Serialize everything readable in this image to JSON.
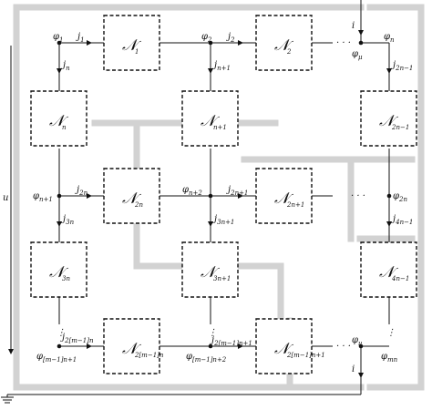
{
  "diagram": {
    "block_symbol": "𝒩",
    "blocks": [
      {
        "id": "b1",
        "sub": "1"
      },
      {
        "id": "b2",
        "sub": "2"
      },
      {
        "id": "bn",
        "sub": "n"
      },
      {
        "id": "bn1",
        "sub": "n+1"
      },
      {
        "id": "b2n_1",
        "sub": "2n−1"
      },
      {
        "id": "b2n",
        "sub": "2n"
      },
      {
        "id": "b2n1",
        "sub": "2n+1"
      },
      {
        "id": "b3n",
        "sub": "3n"
      },
      {
        "id": "b3n1",
        "sub": "3n+1"
      },
      {
        "id": "b4n_1",
        "sub": "4n−1"
      },
      {
        "id": "b2m1n",
        "sub": "2[m−1]n"
      },
      {
        "id": "b2m1n1",
        "sub": "2[m−1]n+1"
      }
    ],
    "labels": [
      {
        "id": "phi1",
        "base": "φ",
        "sub": "1"
      },
      {
        "id": "j1",
        "base": "j",
        "sub": "1"
      },
      {
        "id": "phi2",
        "base": "φ",
        "sub": "2"
      },
      {
        "id": "j2",
        "base": "j",
        "sub": "2"
      },
      {
        "id": "jn",
        "base": "j",
        "sub": "n"
      },
      {
        "id": "jn1",
        "base": "j",
        "sub": "n+1"
      },
      {
        "id": "phin",
        "base": "φ",
        "sub": "n"
      },
      {
        "id": "phimu",
        "base": "φ",
        "sub": "μ"
      },
      {
        "id": "j2n_1",
        "base": "j",
        "sub": "2n−1"
      },
      {
        "id": "i_top",
        "base": "i",
        "sub": ""
      },
      {
        "id": "u",
        "base": "u",
        "sub": ""
      },
      {
        "id": "phin1",
        "base": "φ",
        "sub": "n+1"
      },
      {
        "id": "j2n",
        "base": "j",
        "sub": "2n"
      },
      {
        "id": "j3n",
        "base": "j",
        "sub": "3n"
      },
      {
        "id": "phin2",
        "base": "φ",
        "sub": "n+2"
      },
      {
        "id": "j2n1",
        "base": "j",
        "sub": "2n+1"
      },
      {
        "id": "j3n1",
        "base": "j",
        "sub": "3n+1"
      },
      {
        "id": "phi2n",
        "base": "φ",
        "sub": "2n"
      },
      {
        "id": "j4n_1",
        "base": "j",
        "sub": "4n−1"
      },
      {
        "id": "jm1n1",
        "base": "j",
        "sub": "2[m−1]n+1"
      },
      {
        "id": "phim1n1",
        "base": "φ",
        "sub": "[m−1]n+1"
      },
      {
        "id": "jm1n",
        "base": "j",
        "sub": "2[m−1]n"
      },
      {
        "id": "phim1n2",
        "base": "φ",
        "sub": "[m−1]n+2"
      },
      {
        "id": "phinu",
        "base": "φ",
        "sub": "ν"
      },
      {
        "id": "phimn",
        "base": "φ",
        "sub": "mn"
      },
      {
        "id": "i_bot",
        "base": "i",
        "sub": ""
      }
    ],
    "ellipsis": "· · ·",
    "vellipsis": "⋮"
  }
}
